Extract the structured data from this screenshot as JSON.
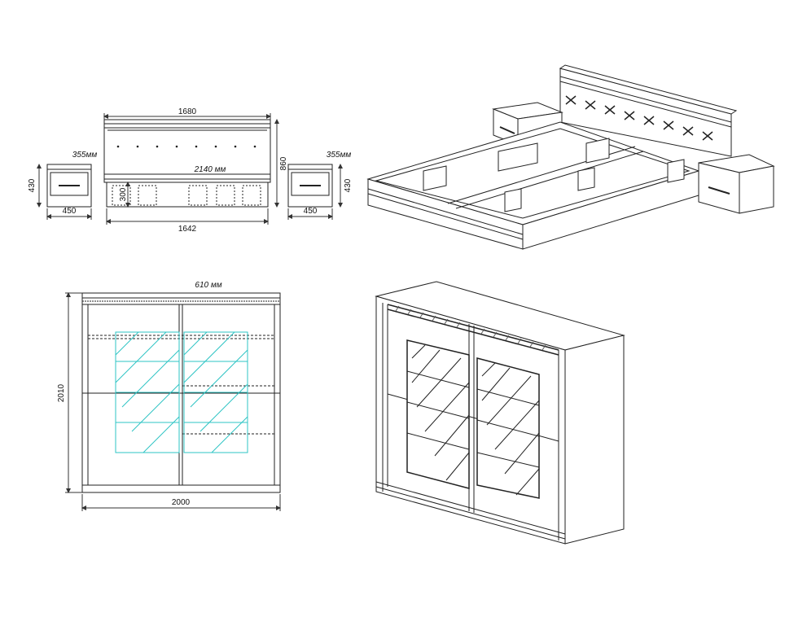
{
  "bed_front": {
    "width_label": "1680",
    "height_label": "860",
    "length_label": "2140 мм",
    "drawer_height_label": "300",
    "base_width_label": "1642"
  },
  "nightstand_left": {
    "depth_label": "355мм",
    "height_label": "430",
    "width_label": "450"
  },
  "nightstand_right": {
    "depth_label": "355мм",
    "height_label": "430",
    "width_label": "450"
  },
  "wardrobe_front": {
    "depth_label": "610 мм",
    "height_label": "2010",
    "width_label": "2000"
  },
  "colors": {
    "line": "#222222",
    "dim": "#333333",
    "inner": "#2ec4c4"
  }
}
